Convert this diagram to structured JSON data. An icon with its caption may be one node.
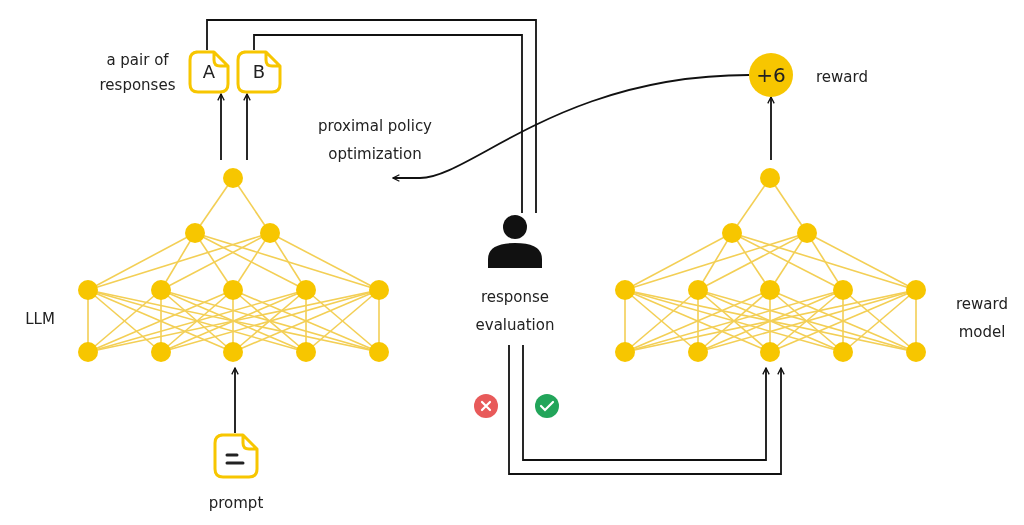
{
  "diagram": {
    "nodes": [
      {
        "text": [
          "A"
        ]
      },
      {
        "text": [
          "B"
        ]
      },
      {
        "text": [],
        "shape": "picture",
        "beside": [
          "LLM"
        ]
      },
      {
        "text": [],
        "shape": "picture",
        "beside": [
          "prompt"
        ]
      },
      {
        "text": [],
        "shape": "person",
        "beside": [
          "response evaluation"
        ]
      },
      {
        "text": [],
        "shape": "picture",
        "beside": [
          "reward model"
        ]
      },
      {
        "text": [
          "+6"
        ],
        "beside": [
          "reward"
        ]
      }
    ],
    "edges": [
      {
        "from": 3,
        "to": 2,
        "arrow": "to"
      },
      {
        "from": 2,
        "to": 0,
        "arrow": "to"
      },
      {
        "from": 2,
        "to": 1,
        "arrow": "to"
      },
      {
        "from": 0,
        "to": 4,
        "arrow": "none"
      },
      {
        "from": 1,
        "to": 4,
        "arrow": "none"
      },
      {
        "from": 4,
        "to": 5,
        "arrow": "to"
      },
      {
        "from": 4,
        "to": 5,
        "arrow": "to"
      },
      {
        "from": 5,
        "to": 6,
        "arrow": "to"
      },
      {
        "from": 6,
        "to": 2,
        "arrow": "to",
        "label": "proximal policy optimization"
      }
    ],
    "labels": [
      "a pair of responses"
    ]
  }
}
